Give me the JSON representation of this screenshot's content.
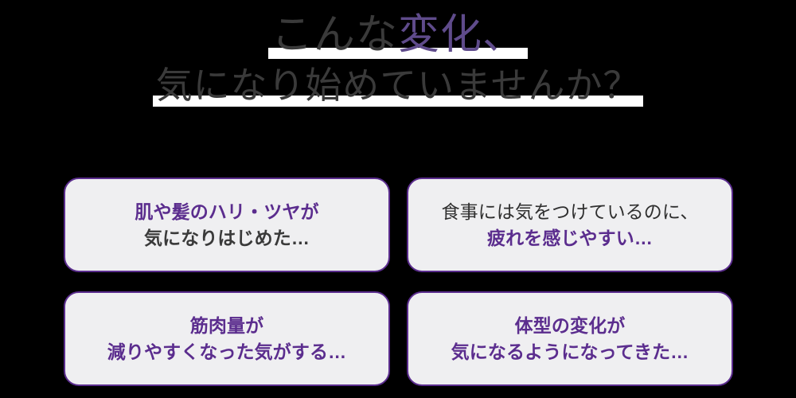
{
  "colors": {
    "background": "#000000",
    "accent_purple": "#5b2d8e",
    "title_purple": "#5f4b8b",
    "text_gray": "#3a3a3a",
    "card_fill": "#efeff1",
    "highlight_band": "#ffffff"
  },
  "heading": {
    "line1_plain": "こんな",
    "line1_accent": "変化、",
    "line2": "気になり始めていませんか？"
  },
  "cards": [
    {
      "id": "card-skin-hair",
      "line1": "肌や髪のハリ・ツヤが",
      "line1_style": "purple-bold",
      "line2": "気になりはじめた…",
      "line2_style": "gray-bold"
    },
    {
      "id": "card-diet-fatigue",
      "line1": "食事には気をつけているのに、",
      "line1_style": "gray-regular",
      "line2": "疲れを感じやすい…",
      "line2_style": "purple-bold"
    },
    {
      "id": "card-muscle-mass",
      "line1": "筋肉量が",
      "line1_style": "purple-bold",
      "line2": "減りやすくなった気がする…",
      "line2_style": "purple-bold"
    },
    {
      "id": "card-body-shape",
      "line1": "体型の変化が",
      "line1_style": "purple-bold",
      "line2": "気になるようになってきた…",
      "line2_style": "purple-bold"
    }
  ]
}
